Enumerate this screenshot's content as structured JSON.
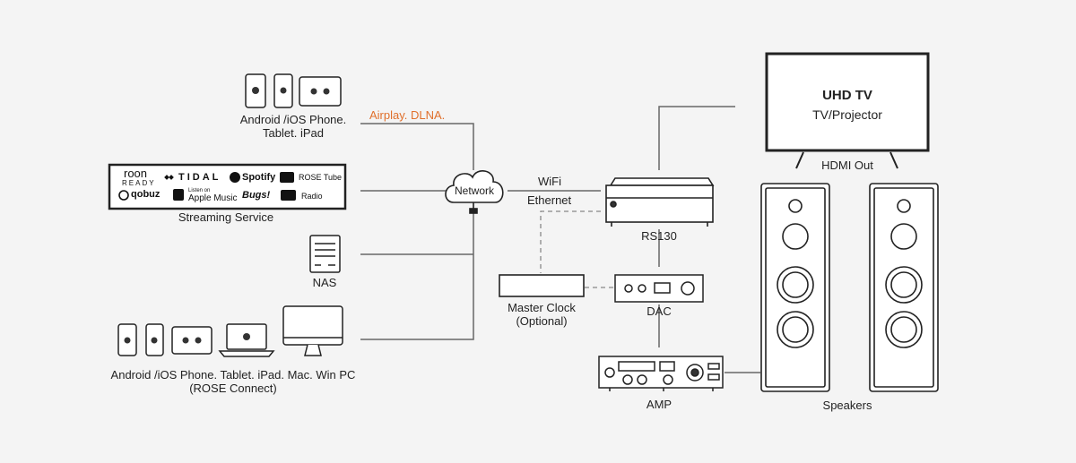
{
  "labels": {
    "mobile_top_line1": "Android /iOS Phone.",
    "mobile_top_line2": "Tablet. iPad",
    "airplay": "Airplay. DLNA.",
    "streaming_service": "Streaming Service",
    "nas": "NAS",
    "devices_bottom_line1": "Android /iOS Phone. Tablet. iPad. Mac. Win PC",
    "devices_bottom_line2": "(ROSE Connect)",
    "network": "Network",
    "wifi": "WiFi",
    "ethernet": "Ethernet",
    "rs130": "RS130",
    "master_clock_line1": "Master Clock",
    "master_clock_line2": "(Optional)",
    "dac": "DAC",
    "amp": "AMP",
    "tv_title": "UHD TV",
    "tv_subtitle": "TV/Projector",
    "hdmi_out": "HDMI Out",
    "speakers": "Speakers"
  },
  "streaming_services": {
    "roon_line1": "roon",
    "roon_line2": "READY",
    "tidal": "TIDAL",
    "spotify": "Spotify",
    "rose_tube": "ROSE Tube",
    "qobuz": "qobuz",
    "apple_music_small": "Listen on",
    "apple_music": "Apple Music",
    "bugs": "Bugs!",
    "radio": "Radio"
  },
  "colors": {
    "accent_orange": "#e0702c",
    "line": "#555555",
    "background": "#f4f4f4"
  }
}
